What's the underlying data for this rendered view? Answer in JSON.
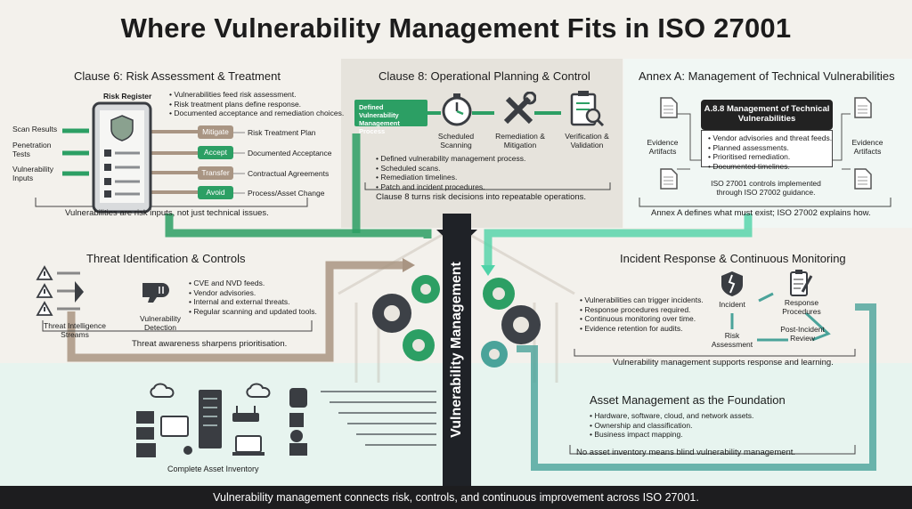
{
  "title": "Where Vulnerability Management Fits in ISO 27001",
  "center_label": "Vulnerability Management",
  "footer": "Vulnerability management connects risk, controls, and continuous improvement across ISO 27001.",
  "clause6": {
    "title": "Clause 6: Risk Assessment & Treatment",
    "register_label": "Risk Register",
    "inputs": [
      "Scan Results",
      "Penetration Tests",
      "Vulnerability Inputs"
    ],
    "bullets": [
      "Vulnerabilities feed risk assessment.",
      "Risk treatment plans define response.",
      "Documented acceptance and remediation choices."
    ],
    "treatments": [
      {
        "option": "Mitigate",
        "result": "Risk Treatment Plan",
        "color": "#a99583"
      },
      {
        "option": "Accept",
        "result": "Documented Acceptance",
        "color": "#2c9f64"
      },
      {
        "option": "Transfer",
        "result": "Contractual Agreements",
        "color": "#a99583"
      },
      {
        "option": "Avoid",
        "result": "Process/Asset Change",
        "color": "#2c9f64"
      }
    ],
    "caption": "Vulnerabilities are risk inputs, not just technical issues."
  },
  "clause8": {
    "title": "Clause 8: Operational Planning & Control",
    "process_label": "Defined Vulnerability Management Process",
    "steps": [
      "Scheduled Scanning",
      "Remediation & Mitigation",
      "Verification & Validation"
    ],
    "bullets": [
      "Defined vulnerability management process.",
      "Scheduled scans.",
      "Remediation timelines.",
      "Patch and incident procedures."
    ],
    "caption": "Clause 8 turns risk decisions into repeatable operations."
  },
  "annexA": {
    "title": "Annex A: Management of Technical Vulnerabilities",
    "control": "A.8.8 Management of Technical Vulnerabilities",
    "bullets": [
      "Vendor advisories and threat feeds.",
      "Planned assessments.",
      "Prioritised remediation.",
      "Documented timelines."
    ],
    "evidence_left": "Evidence Artifacts",
    "evidence_right": "Evidence Artifacts",
    "note": "ISO 27001 controls implemented through ISO 27002 guidance.",
    "caption": "Annex A defines what must exist; ISO 27002 explains how."
  },
  "threat": {
    "title": "Threat Identification & Controls",
    "streams_label": "Threat Intelligence Streams",
    "detection_label": "Vulnerability Detection",
    "bullets": [
      "CVE and NVD feeds.",
      "Vendor advisories.",
      "Internal and external threats.",
      "Regular scanning and updated tools."
    ],
    "caption": "Threat awareness sharpens prioritisation."
  },
  "incident": {
    "title": "Incident Response & Continuous Monitoring",
    "bullets": [
      "Vulnerabilities can trigger incidents.",
      "Response procedures required.",
      "Continuous monitoring over time.",
      "Evidence retention for audits."
    ],
    "cycle": [
      "Incident",
      "Response Procedures",
      "Post-Incident Review",
      "Risk Assessment"
    ],
    "caption": "Vulnerability management supports response and learning."
  },
  "asset": {
    "title": "Asset Management as the Foundation",
    "bullets": [
      "Hardware, software, cloud, and network assets.",
      "Ownership and classification.",
      "Business impact mapping."
    ],
    "caption": "No asset inventory means blind vulnerability management.",
    "inventory_label": "Complete Asset Inventory"
  },
  "colors": {
    "green": "#2c9f64",
    "taupe": "#a99583",
    "teal": "#4aa39a",
    "dark": "#1f2227"
  }
}
